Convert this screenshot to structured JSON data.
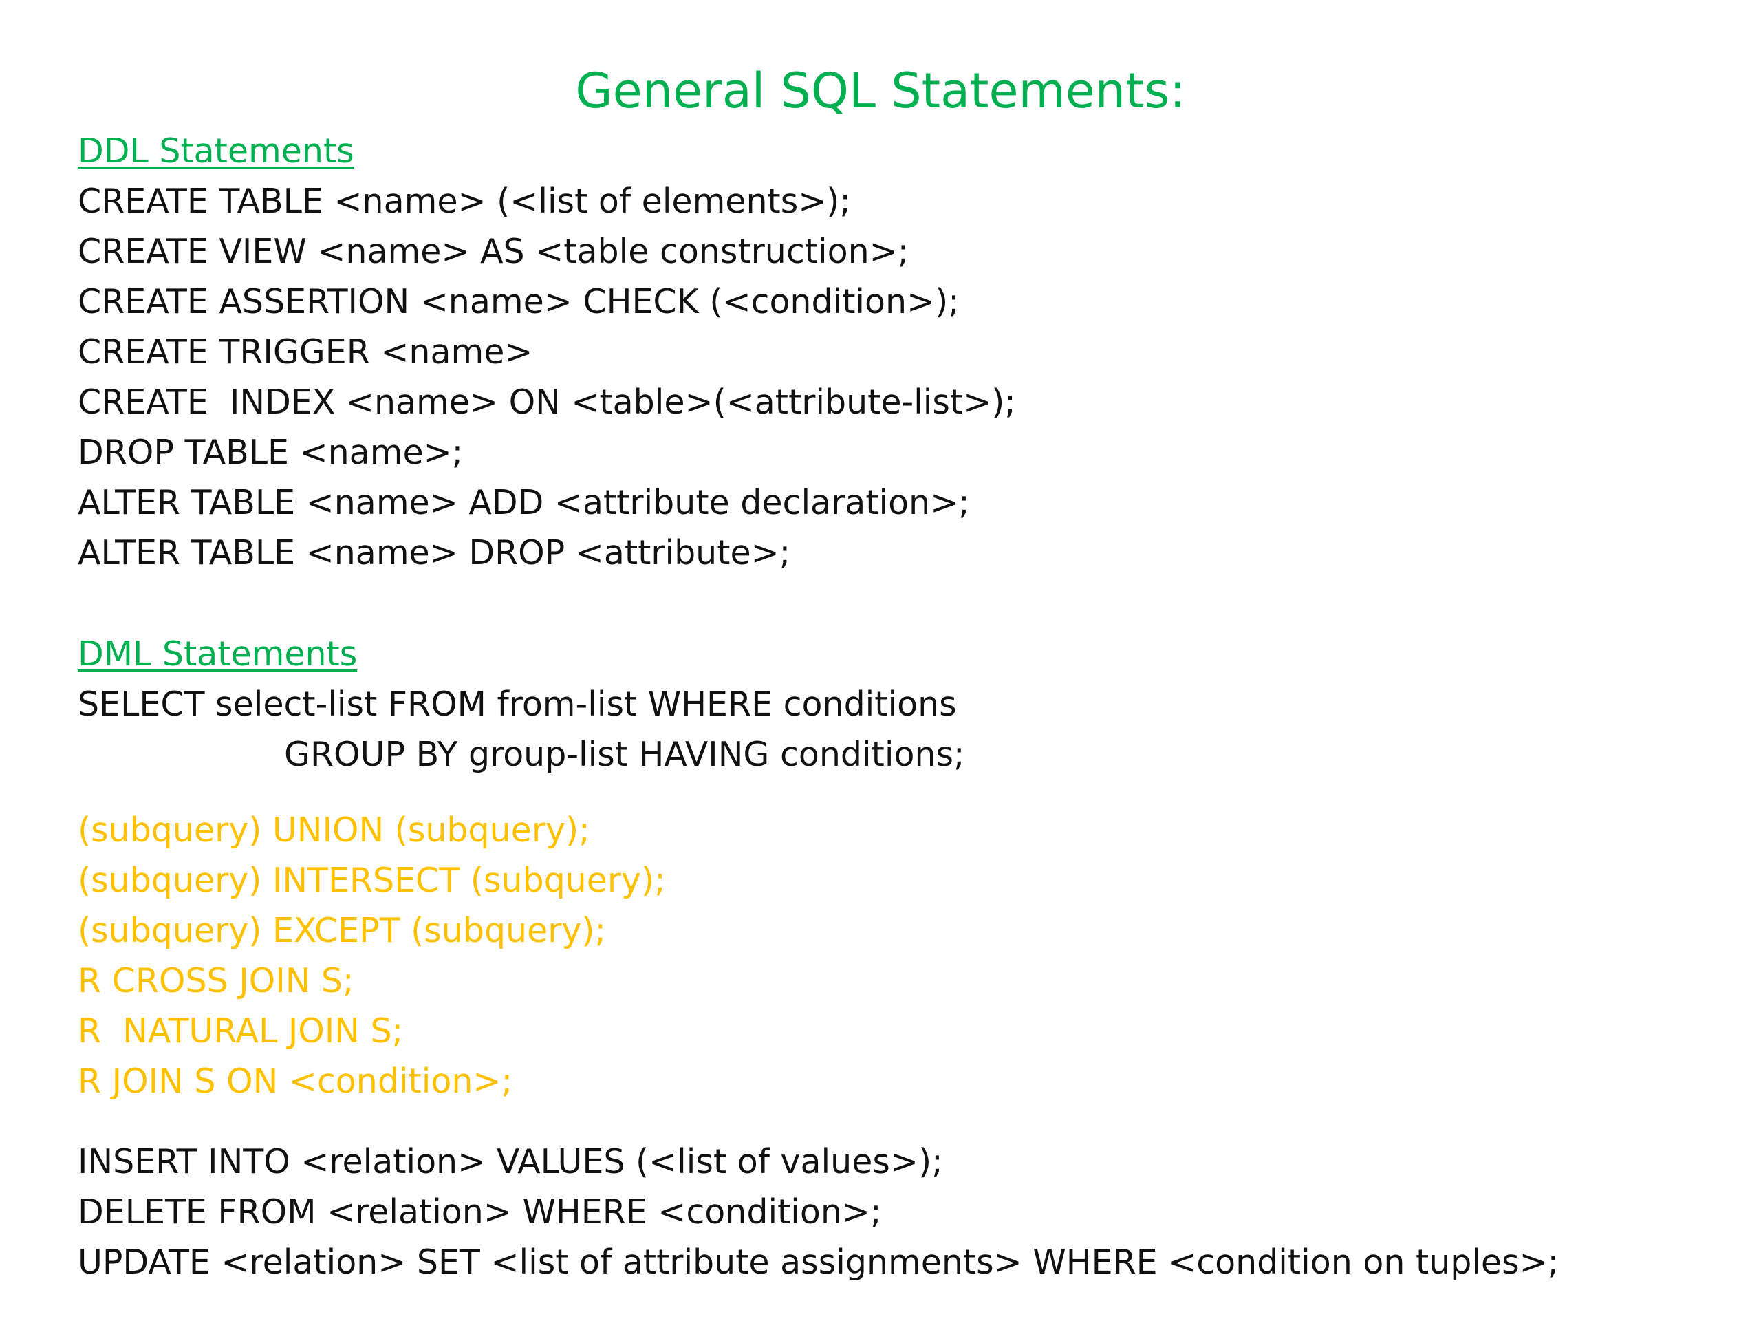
{
  "title": "General SQL Statements:",
  "ddl": {
    "heading": "DDL Statements",
    "lines": [
      "CREATE TABLE <name> (<list of elements>);",
      "CREATE VIEW <name> AS <table construction>;",
      "CREATE ASSERTION <name> CHECK (<condition>);",
      "CREATE TRIGGER <name>",
      "CREATE  INDEX <name> ON <table>(<attribute-list>);",
      "DROP TABLE <name>;",
      "ALTER TABLE <name> ADD <attribute declaration>;",
      "ALTER TABLE <name> DROP <attribute>;"
    ]
  },
  "dml": {
    "heading": "DML Statements",
    "select_lines": [
      "SELECT select-list FROM from-list WHERE conditions",
      "GROUP BY group-list HAVING conditions;"
    ],
    "set_ops": [
      "(subquery) UNION (subquery);",
      "(subquery) INTERSECT (subquery);",
      "(subquery) EXCEPT (subquery);",
      "R CROSS JOIN S;",
      "R  NATURAL JOIN S;",
      "R JOIN S ON <condition>;"
    ],
    "modify_lines": [
      "INSERT INTO <relation> VALUES (<list of values>);",
      "DELETE FROM <relation> WHERE <condition>;",
      "UPDATE <relation> SET <list of attribute assignments> WHERE <condition on tuples>;"
    ]
  },
  "colors": {
    "heading_green": "#00b050",
    "set_op_yellow": "#ffc000",
    "body_text": "#111111",
    "background": "#ffffff"
  }
}
